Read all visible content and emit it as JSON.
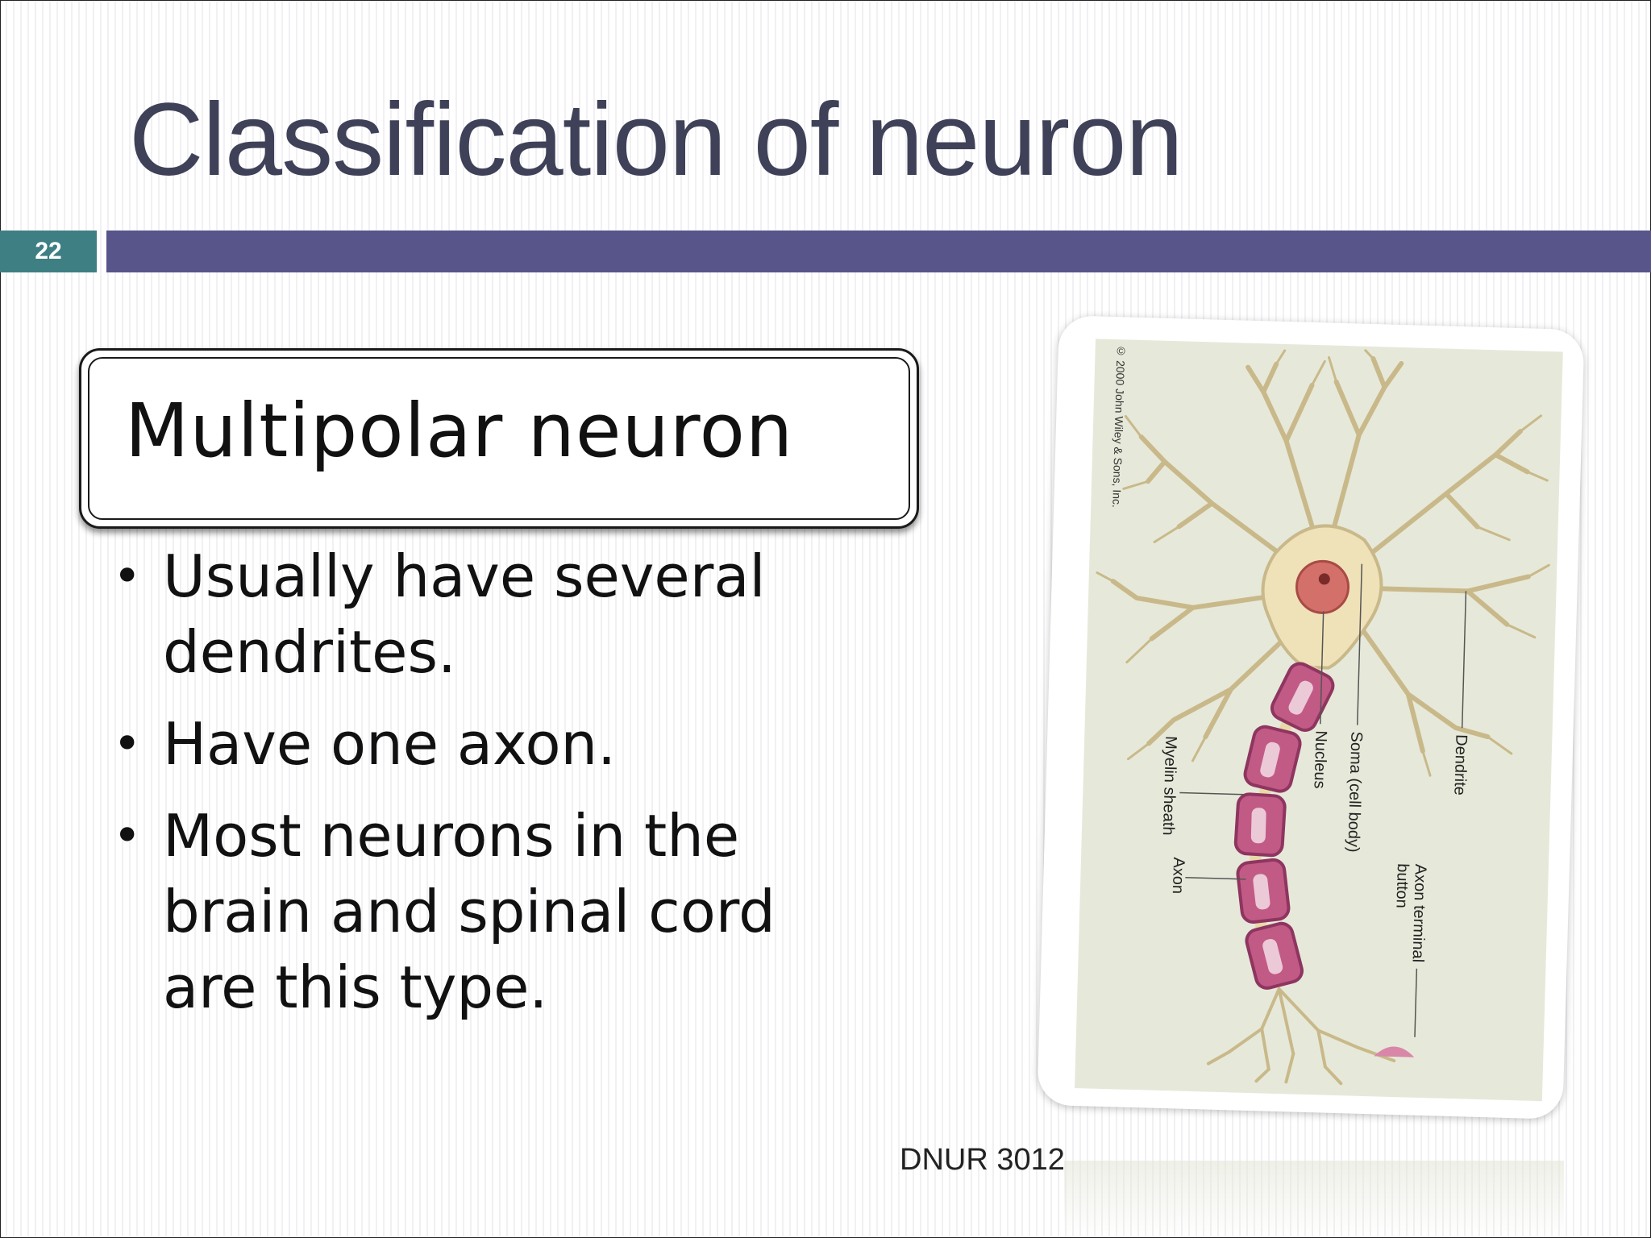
{
  "slide": {
    "title": "Classification of neuron",
    "number": "22",
    "footer": "DNUR 3012"
  },
  "heading": "Multipolar neuron",
  "bullets": [
    "Usually have several dendrites.",
    "Have one axon.",
    "Most neurons in the brain and spinal cord are this type."
  ],
  "figure": {
    "copyright": "© 2000 John Wiley & Sons, Inc.",
    "labels": {
      "dendrite": "Dendrite",
      "soma": "Soma (cell body)",
      "nucleus": "Nucleus",
      "myelin": "Myelin sheath",
      "axon": "Axon",
      "axon_terminal": "Axon terminal button"
    }
  },
  "colors": {
    "title": "#3f4158",
    "band": "#57558a",
    "slide_number_bg": "#3e7f83",
    "figure_bg": "#e6e9d9",
    "neuron_body": "#efe2b8",
    "myelin": "#c25a86",
    "nucleus": "#d3706a"
  }
}
